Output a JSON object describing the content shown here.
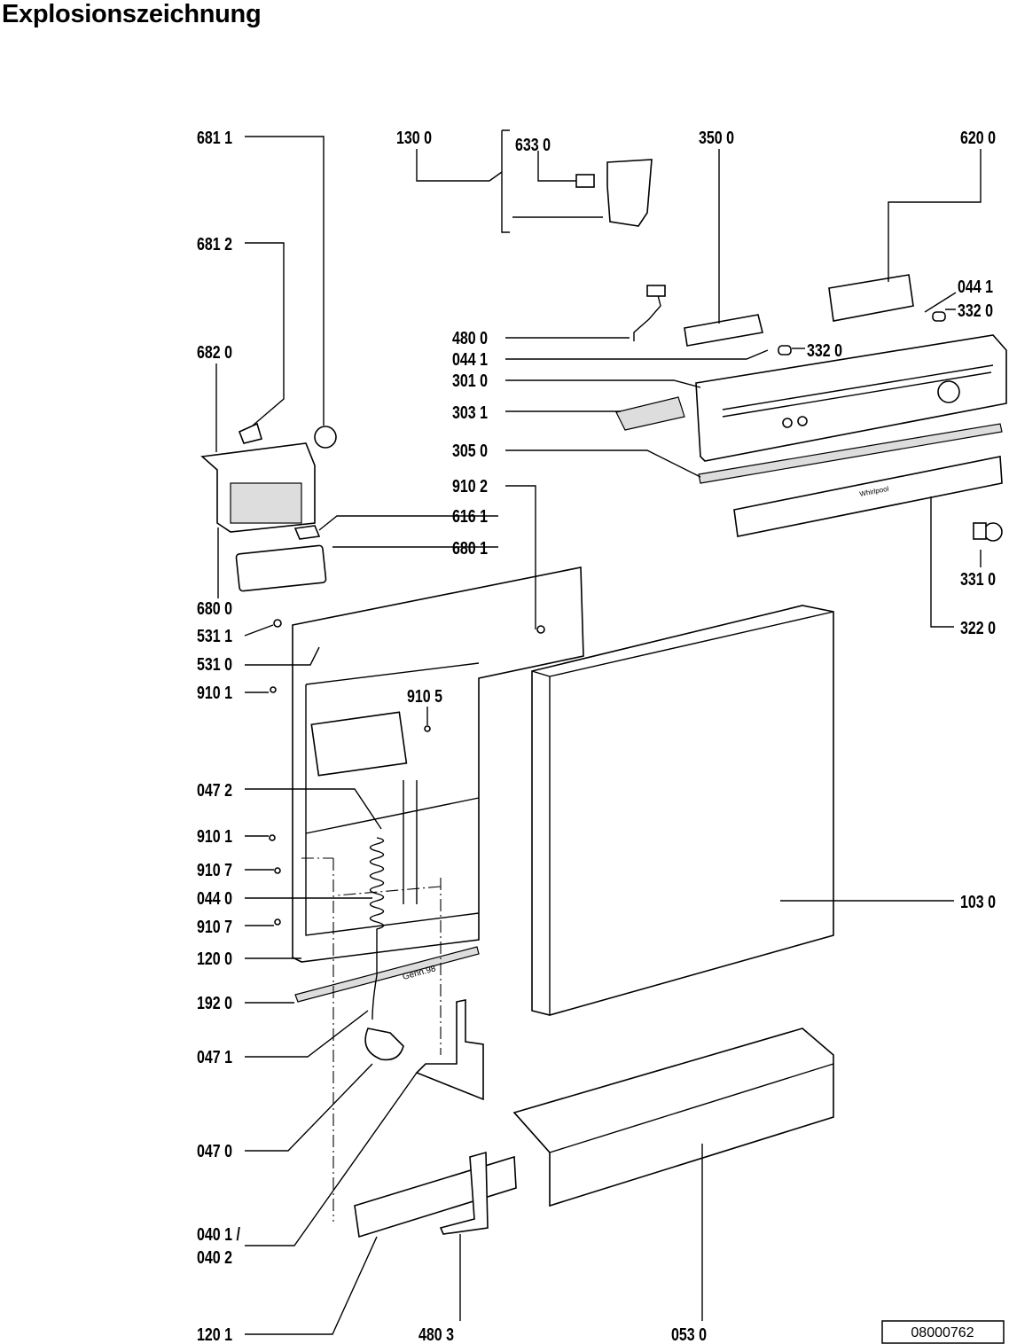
{
  "title": "Explosionszeichnung",
  "document_number": "08000762",
  "part_labels": [
    "681 1",
    "130 0",
    "633 0",
    "350 0",
    "620 0",
    "681 2",
    "044 1",
    "332 0",
    "480 0",
    "044 1",
    "332 0",
    "682 0",
    "301 0",
    "303 1",
    "305 0",
    "910 2",
    "616 1",
    "680 1",
    "331 0",
    "680 0",
    "531 1",
    "322 0",
    "531 0",
    "910 1",
    "910 5",
    "047 2",
    "910 1",
    "910 7",
    "044 0",
    "103 0",
    "910 7",
    "120 0",
    "192 0",
    "047 1",
    "047 0",
    "040 1 /",
    "040 2",
    "120 1",
    "480 3",
    "053 0"
  ],
  "panel_brand": "Whirlpool",
  "stamp": "Genn.98"
}
